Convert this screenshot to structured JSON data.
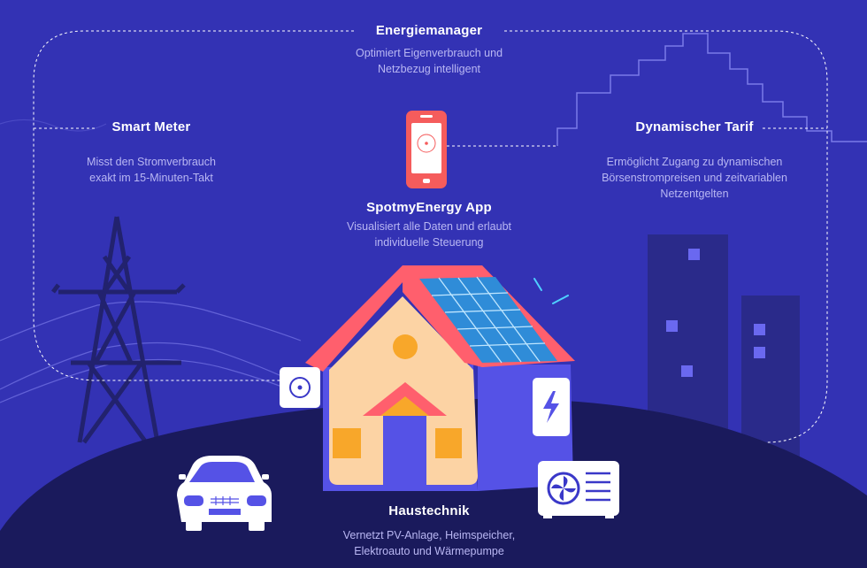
{
  "energiemanager": {
    "title": "Energiemanager",
    "desc_line1": "Optimiert Eigenverbrauch und",
    "desc_line2": "Netzbezug intelligent"
  },
  "smart_meter": {
    "title": "Smart Meter",
    "desc_line1": "Misst den Stromverbrauch",
    "desc_line2": "exakt im 15-Minuten-Takt"
  },
  "tarif": {
    "title": "Dynamischer Tarif",
    "desc_line1": "Ermöglicht Zugang zu dynamischen",
    "desc_line2": "Börsenstrompreisen und zeitvariablen",
    "desc_line3": "Netzentgelten"
  },
  "app": {
    "title": "SpotmyEnergy App",
    "desc_line1": "Visualisiert alle Daten und erlaubt",
    "desc_line2": "individuelle Steuerung"
  },
  "haustechnik": {
    "title": "Haustechnik",
    "desc_line1": "Vernetzt PV-Anlage, Heimspeicher,",
    "desc_line2": "Elektroauto und Wärmepumpe"
  },
  "colors": {
    "background": "#3332b4",
    "ground": "#1a1a5c",
    "roof": "#ff5f6d",
    "house_wall": "#fcd3a4",
    "house_side": "#5552e6",
    "solar_panel": "#2f8cd8",
    "accent_orange": "#f8a72a",
    "phone": "#f55c5c"
  },
  "icons": [
    "smart-meter-icon",
    "smartphone-icon",
    "battery-icon",
    "heat-pump-icon",
    "car-icon",
    "power-pylon-icon",
    "solar-panel-icon"
  ]
}
